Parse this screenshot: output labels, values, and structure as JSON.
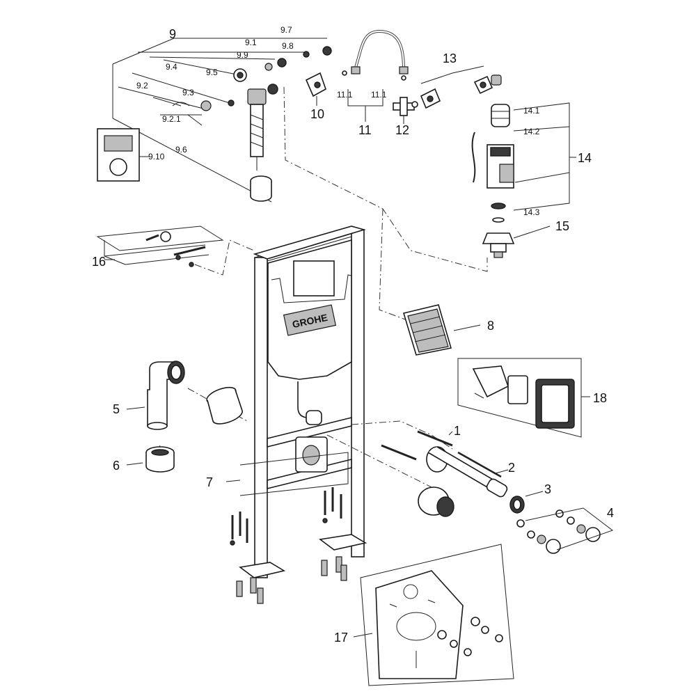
{
  "brand": "GROHE",
  "labels": {
    "l1": "1",
    "l2": "2",
    "l3": "3",
    "l4": "4",
    "l5": "5",
    "l6": "6",
    "l7": "7",
    "l8": "8",
    "l9": "9",
    "l10": "10",
    "l11": "11",
    "l12": "12",
    "l13": "13",
    "l14": "14",
    "l15": "15",
    "l16": "16",
    "l17": "17",
    "l18": "18",
    "l9_1": "9.1",
    "l9_2": "9.2",
    "l9_2_1": "9.2.1",
    "l9_3": "9.3",
    "l9_4": "9.4",
    "l9_5": "9.5",
    "l9_6": "9.6",
    "l9_7": "9.7",
    "l9_8": "9.8",
    "l9_9": "9.9",
    "l9_10": "9.10",
    "l11_1a": "11.1",
    "l11_1b": "11.1",
    "l14_1": "14.1",
    "l14_2": "14.2",
    "l14_3": "14.3"
  }
}
